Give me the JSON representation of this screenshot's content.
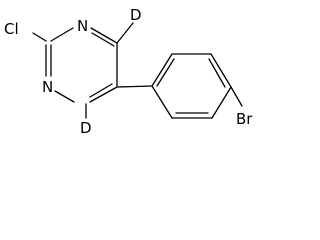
{
  "molecule": {
    "atoms": {
      "chlorine": "Cl",
      "nitrogen_top": "N",
      "nitrogen_left": "N",
      "deuterium_top": "D",
      "deuterium_bottom": "D",
      "bromine": "Br"
    }
  },
  "colors": {
    "background": "#ffffff",
    "ink": "#000000"
  }
}
